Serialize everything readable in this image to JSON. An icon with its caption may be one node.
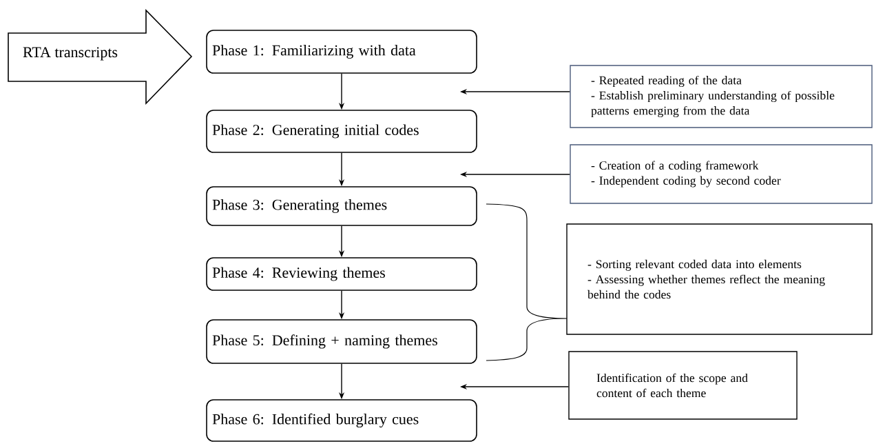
{
  "diagram": {
    "nodes": [
      {
        "text": [
          "RTA transcripts"
        ]
      },
      {
        "text": [
          "Phase 1: Familiarizing with data"
        ]
      },
      {
        "text": [
          "Phase 2: Generating initial codes"
        ]
      },
      {
        "text": [
          "Phase 3: Generating themes"
        ]
      },
      {
        "text": [
          "Phase 4: Reviewing themes"
        ]
      },
      {
        "text": [
          "Phase 5: Defining + naming themes"
        ]
      },
      {
        "text": [
          "Phase 6: Identified burglary cues"
        ]
      },
      {
        "text": [
          "- Repeated reading of the data",
          "- Establish preliminary understanding of possible patterns emerging from the data"
        ]
      },
      {
        "text": [
          "- Creation of a coding framework",
          "- Independent coding by second coder"
        ]
      },
      {
        "text": [
          "- Sorting relevant coded data into elements",
          "- Assessing whether themes reflect the meaning behind the codes"
        ]
      },
      {
        "text": [
          "Identification of the scope and content of each theme"
        ]
      }
    ],
    "edges": [
      {
        "from": 1,
        "to": 2,
        "arrow": "to"
      },
      {
        "from": 2,
        "to": 3,
        "arrow": "to"
      },
      {
        "from": 3,
        "to": 4,
        "arrow": "to"
      },
      {
        "from": 4,
        "to": 5,
        "arrow": "to"
      },
      {
        "from": 5,
        "to": 6,
        "arrow": "to"
      },
      {
        "from": 7,
        "to": null,
        "arrow": "to"
      },
      {
        "from": 8,
        "to": null,
        "arrow": "to"
      },
      {
        "from": 10,
        "to": null,
        "arrow": "to"
      }
    ]
  }
}
